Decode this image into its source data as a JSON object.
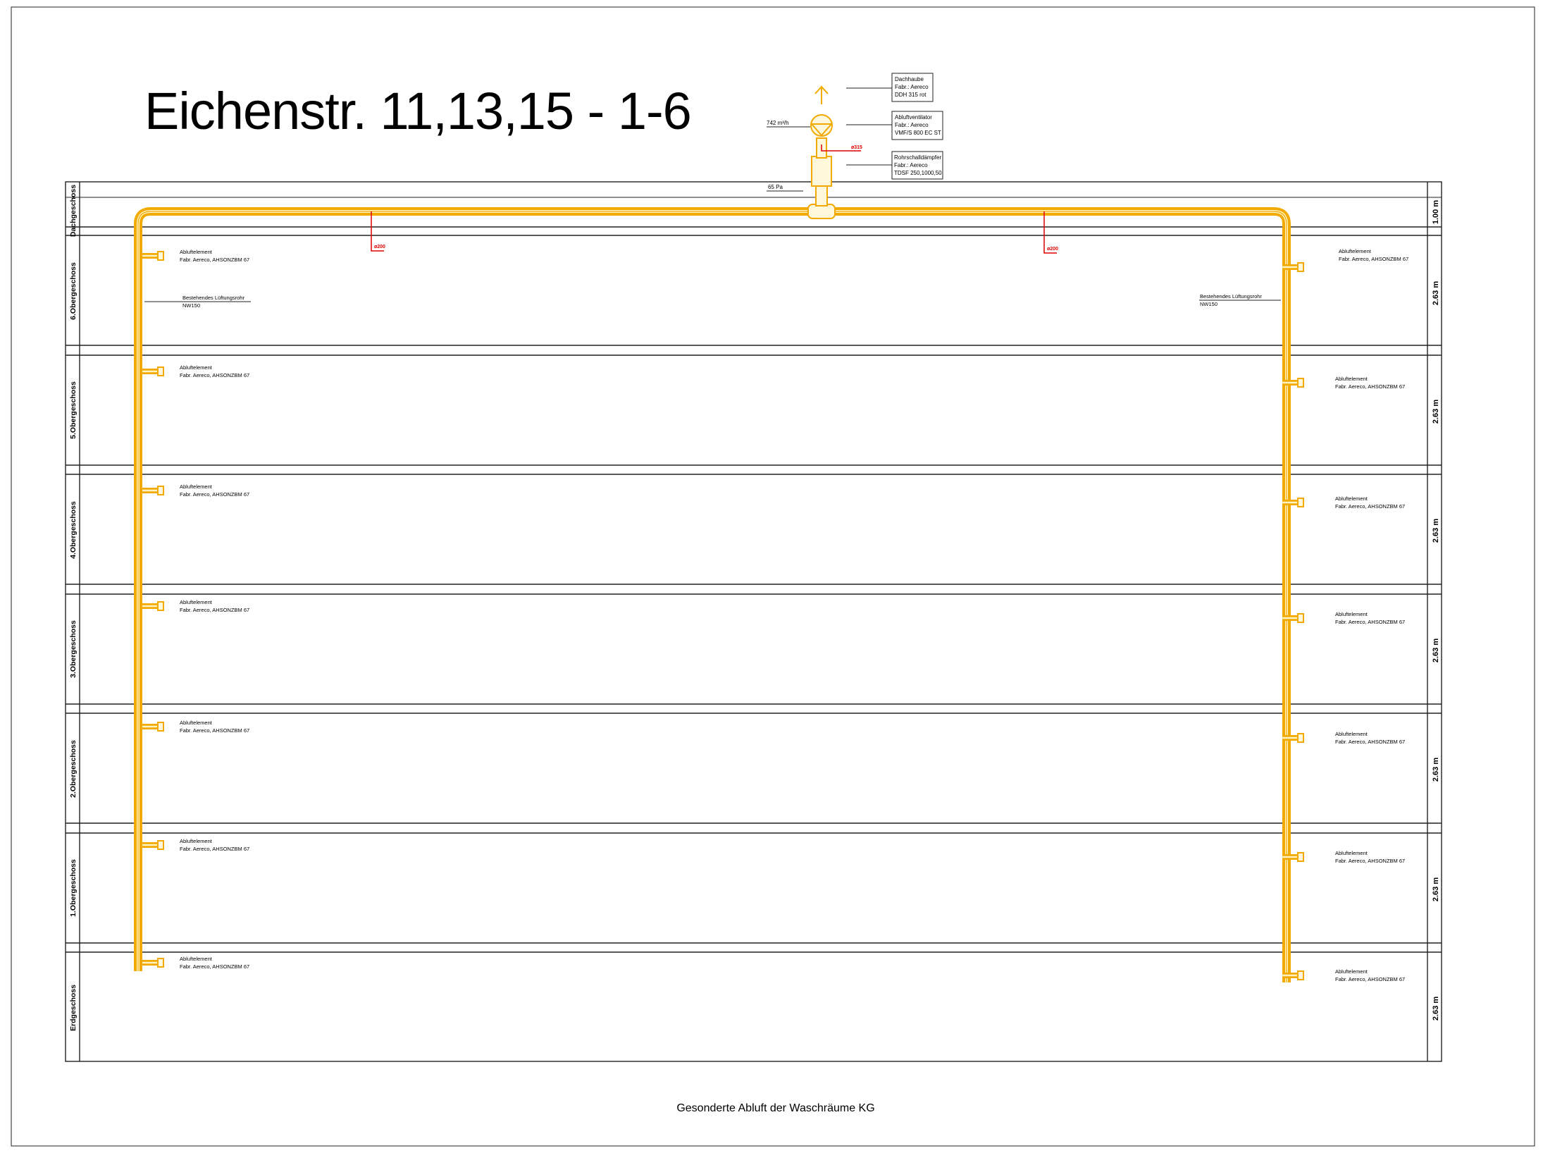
{
  "title": "Eichenstr. 11,13,15 - 1-6",
  "footer": "Gesonderte Abluft der Waschräume KG",
  "roof_components": {
    "roof_hood": [
      "Dachhaube",
      "Fabr.: Aereco",
      "DDH 315 rot"
    ],
    "fan": [
      "Abluftventilator",
      "Fabr.: Aereco",
      "VMF/S 800 EC ST"
    ],
    "silencer": [
      "Rohrschalldämpfer",
      "Fabr.: Aereco",
      "TDSF 250,1000,50"
    ],
    "airflow": "742 m³/h",
    "pressure": "65 Pa",
    "duct_315": "ø315",
    "duct_200_left": "ø200",
    "duct_200_right": "ø200"
  },
  "existing_pipe": {
    "left": [
      "Bestehendes Lüftungsrohr",
      "NW150"
    ],
    "right": [
      "Bestehendes Lüftungsrohr",
      "NW150"
    ]
  },
  "element_label": {
    "line1": "Abluftelement",
    "line2": "Fabr. Aereco, AHSONZBM 67"
  },
  "floors": [
    {
      "name": "Dachgeschoss",
      "height": "1.00 m"
    },
    {
      "name": "6.Obergeschoss",
      "height": "2.63 m"
    },
    {
      "name": "5.Obergeschoss",
      "height": "2.63 m"
    },
    {
      "name": "4.Obergeschoss",
      "height": "2.63 m"
    },
    {
      "name": "3.Obergeschoss",
      "height": "2.63 m"
    },
    {
      "name": "2.Obergeschoss",
      "height": "2.63 m"
    },
    {
      "name": "1.Obergeschoss",
      "height": "2.63 m"
    },
    {
      "name": "Erdgeschoss",
      "height": "2.63 m"
    }
  ],
  "colors": {
    "duct": "#f2a900",
    "dimension": "#e00000"
  }
}
